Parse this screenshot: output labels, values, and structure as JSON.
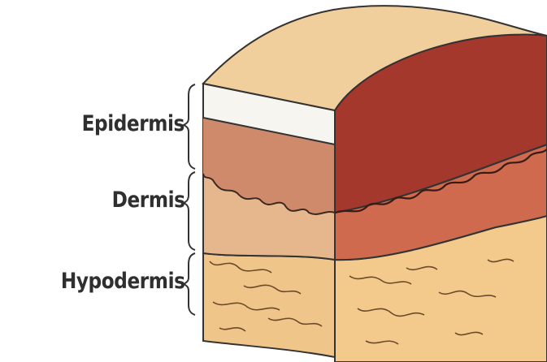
{
  "figure": {
    "layers": [
      {
        "key": "epidermis",
        "label": "Epidermis",
        "color": "#f7f5ef"
      },
      {
        "key": "dermis",
        "label": "Dermis",
        "color": "#d9a386"
      },
      {
        "key": "hypodermis",
        "label": "Hypodermis",
        "color": "#efc58a"
      }
    ],
    "surface_colors": {
      "top_surface": "#f0cf9c",
      "curved_face": "#a5382d",
      "dermis_front_upper": "#cf8a6c",
      "dermis_front_lower": "#e6b78c",
      "curved_dermis": "#cf6a4e",
      "fat_cells": "#f3c98c",
      "outline": "#333333"
    }
  }
}
